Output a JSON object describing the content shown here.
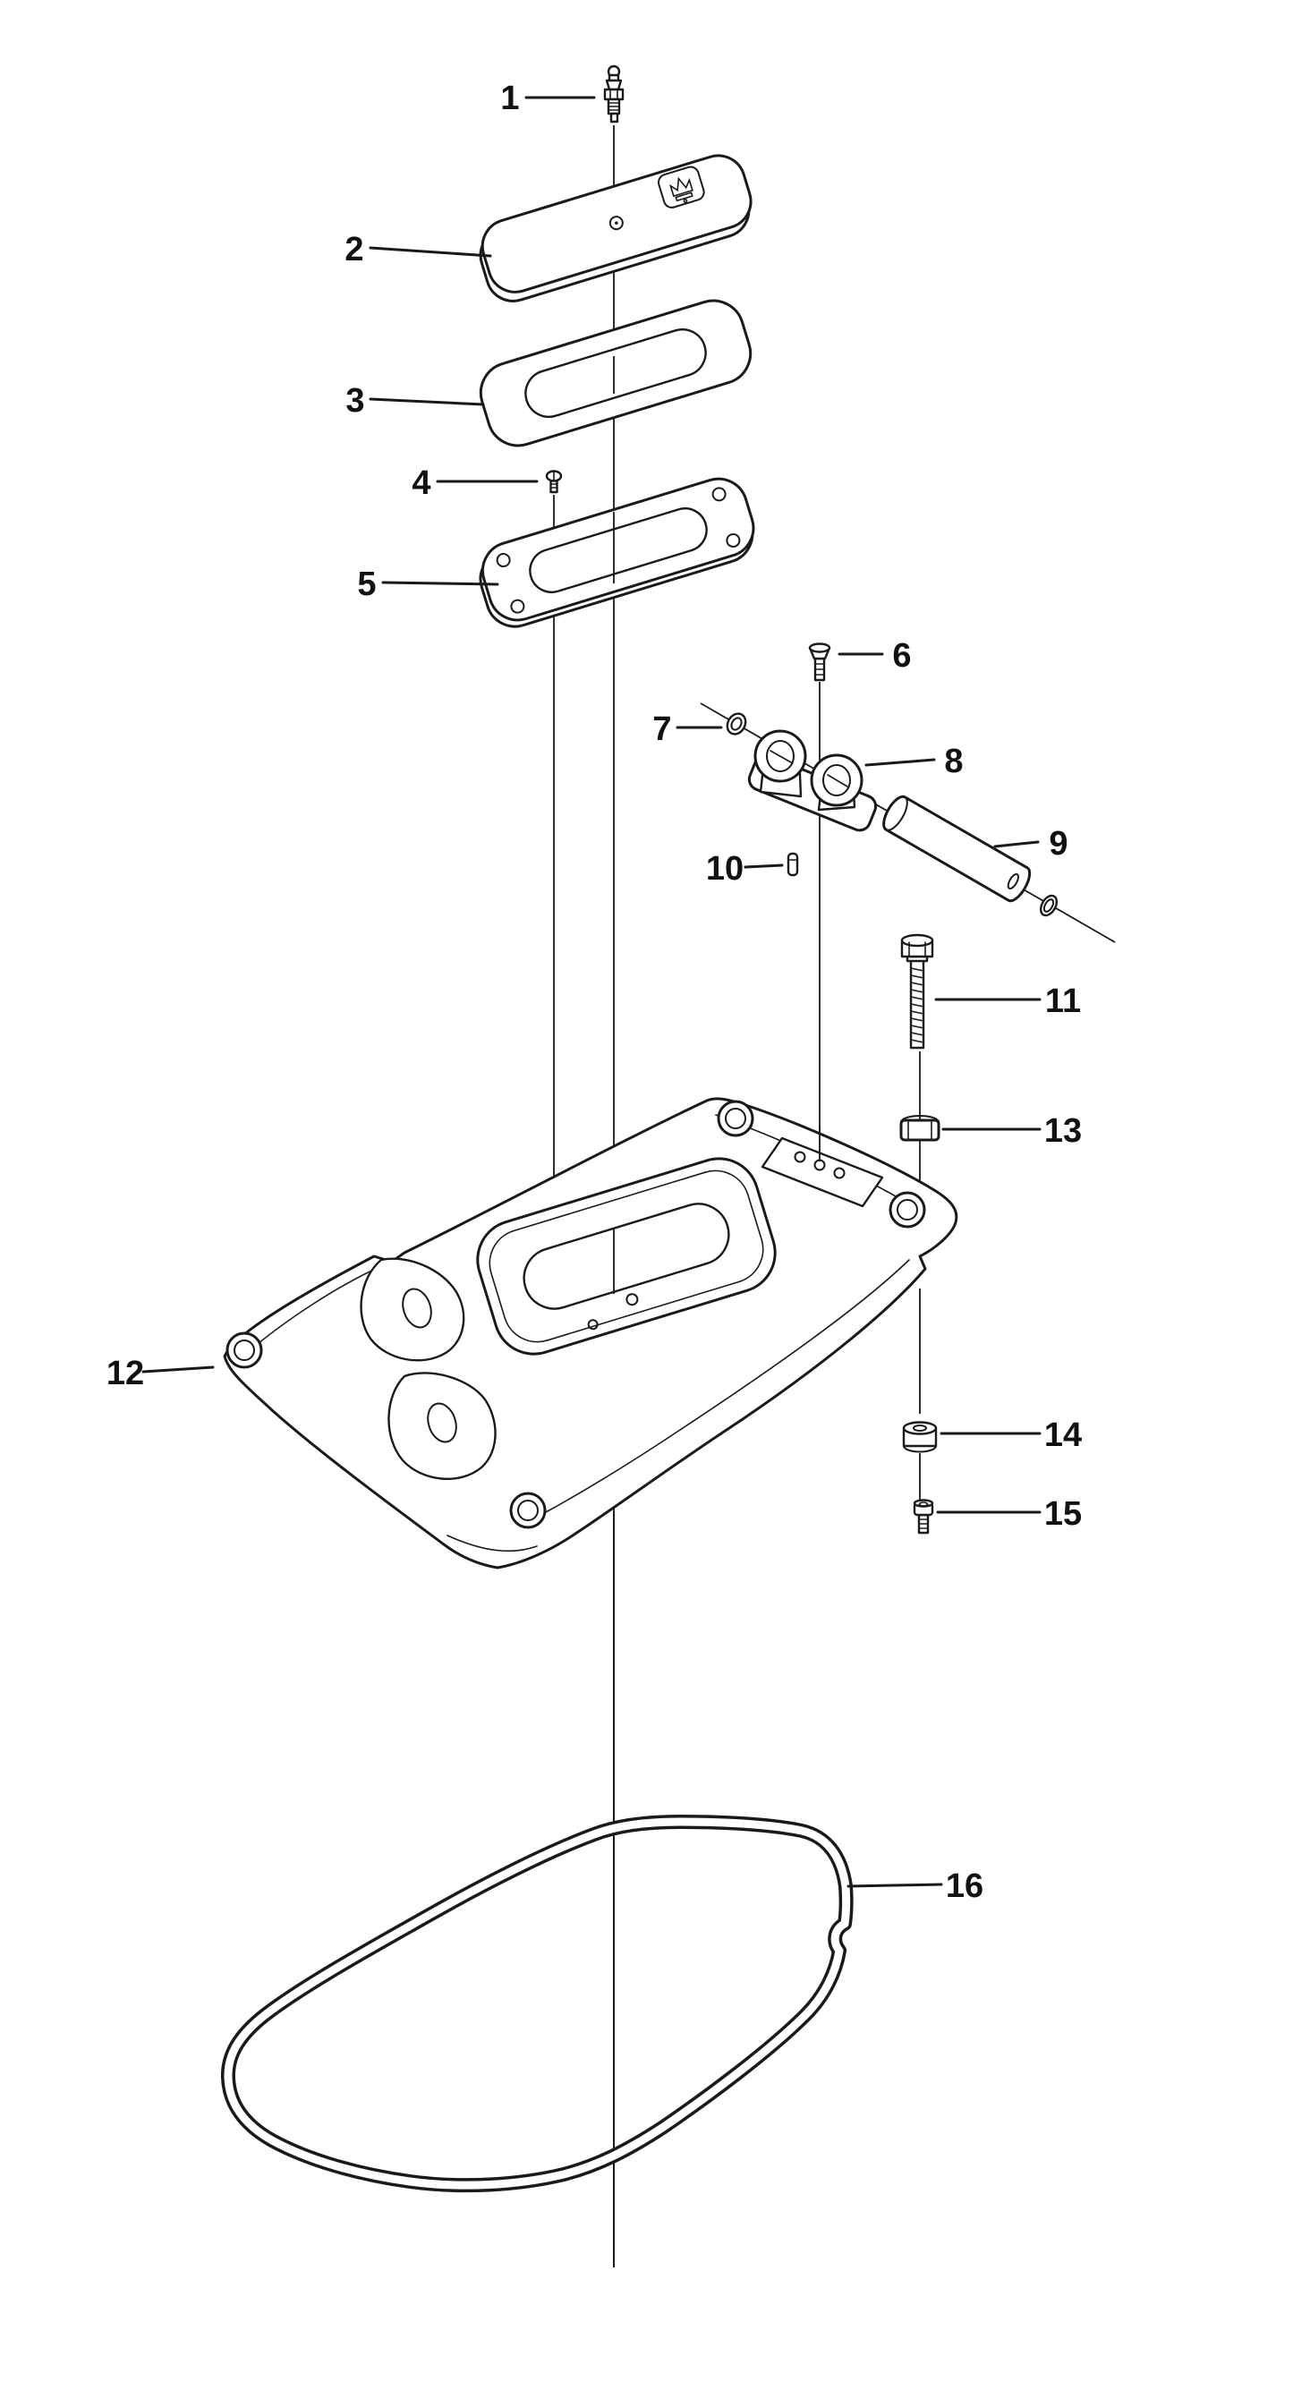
{
  "page": {
    "background": "#ffffff",
    "line_color": "#1a1a1a"
  },
  "diagram": {
    "kind": "exploded-parts-view",
    "logo_icon": "husqvarna-crown-icon",
    "part_labels": [
      "1",
      "2",
      "3",
      "4",
      "5",
      "6",
      "7",
      "8",
      "9",
      "10",
      "11",
      "12",
      "13",
      "14",
      "15",
      "16"
    ]
  }
}
